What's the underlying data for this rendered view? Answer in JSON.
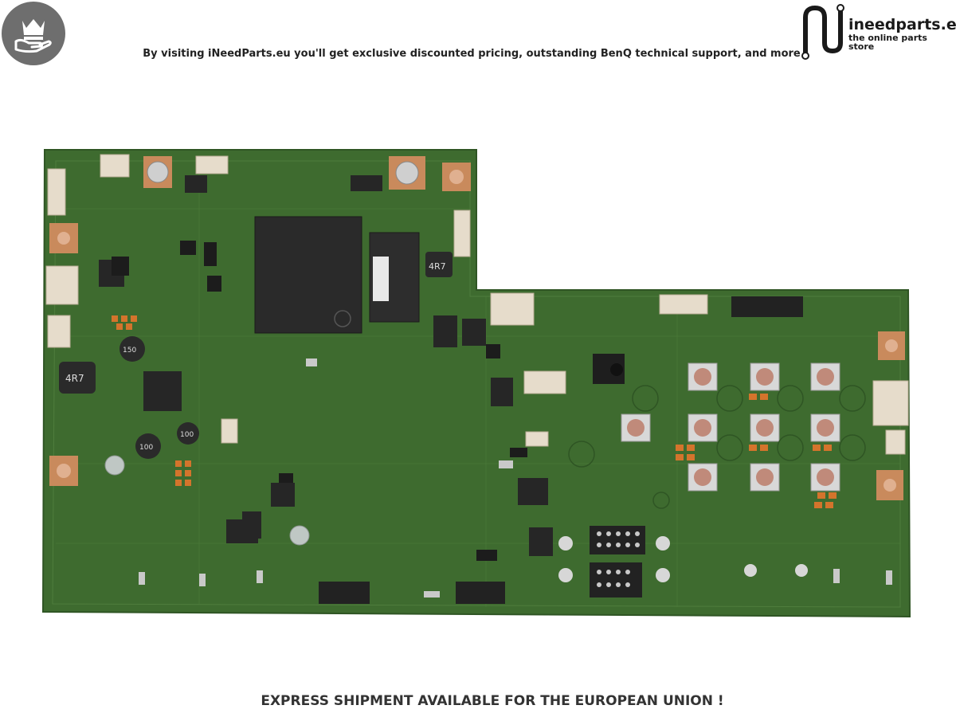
{
  "header": {
    "tagline": "By visiting iNeedParts.eu you'll get exclusive discounted pricing, outstanding BenQ technical support, and more"
  },
  "brand": {
    "name": "ineedparts.eu",
    "tagline": "the online parts store"
  },
  "board": {
    "labels": [
      "4R7",
      "4R7",
      "150",
      "100",
      "100"
    ]
  },
  "footer": {
    "text": "EXPRESS SHIPMENT AVAILABLE FOR THE EUROPEAN UNION !"
  },
  "colors": {
    "pcb": "#3e6b2f",
    "badge": "#6e6e6e",
    "chip": "#2a2a2a",
    "button_cap": "#c08a7a"
  }
}
